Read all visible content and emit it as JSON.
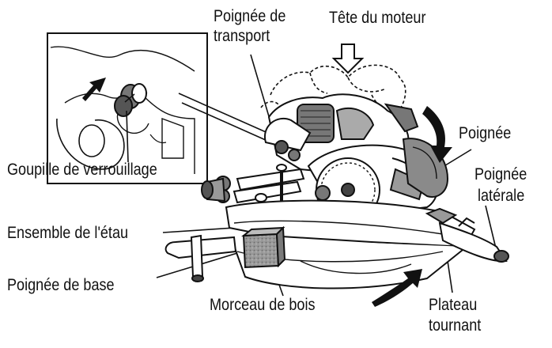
{
  "labels": {
    "carry_handle_line1": "Poignée de",
    "carry_handle_line2": "transport",
    "motor_head": "Tête du moteur",
    "handle": "Poignée",
    "side_handle_line1": "Poignée",
    "side_handle_line2": "latérale",
    "lock_pin": "Goupille de verrouillage",
    "vise_assembly": "Ensemble de l'étau",
    "base_handle": "Poignée de base",
    "wood_block": "Morceau de bois",
    "turntable_line1": "Plateau",
    "turntable_line2": "tournant"
  },
  "colors": {
    "ink": "#111111",
    "paper": "#ffffff",
    "shade": "#8a8a8a"
  },
  "icons": [
    "down-arrow-outline-icon",
    "rotation-arrow-icon",
    "push-arrow-icon"
  ]
}
